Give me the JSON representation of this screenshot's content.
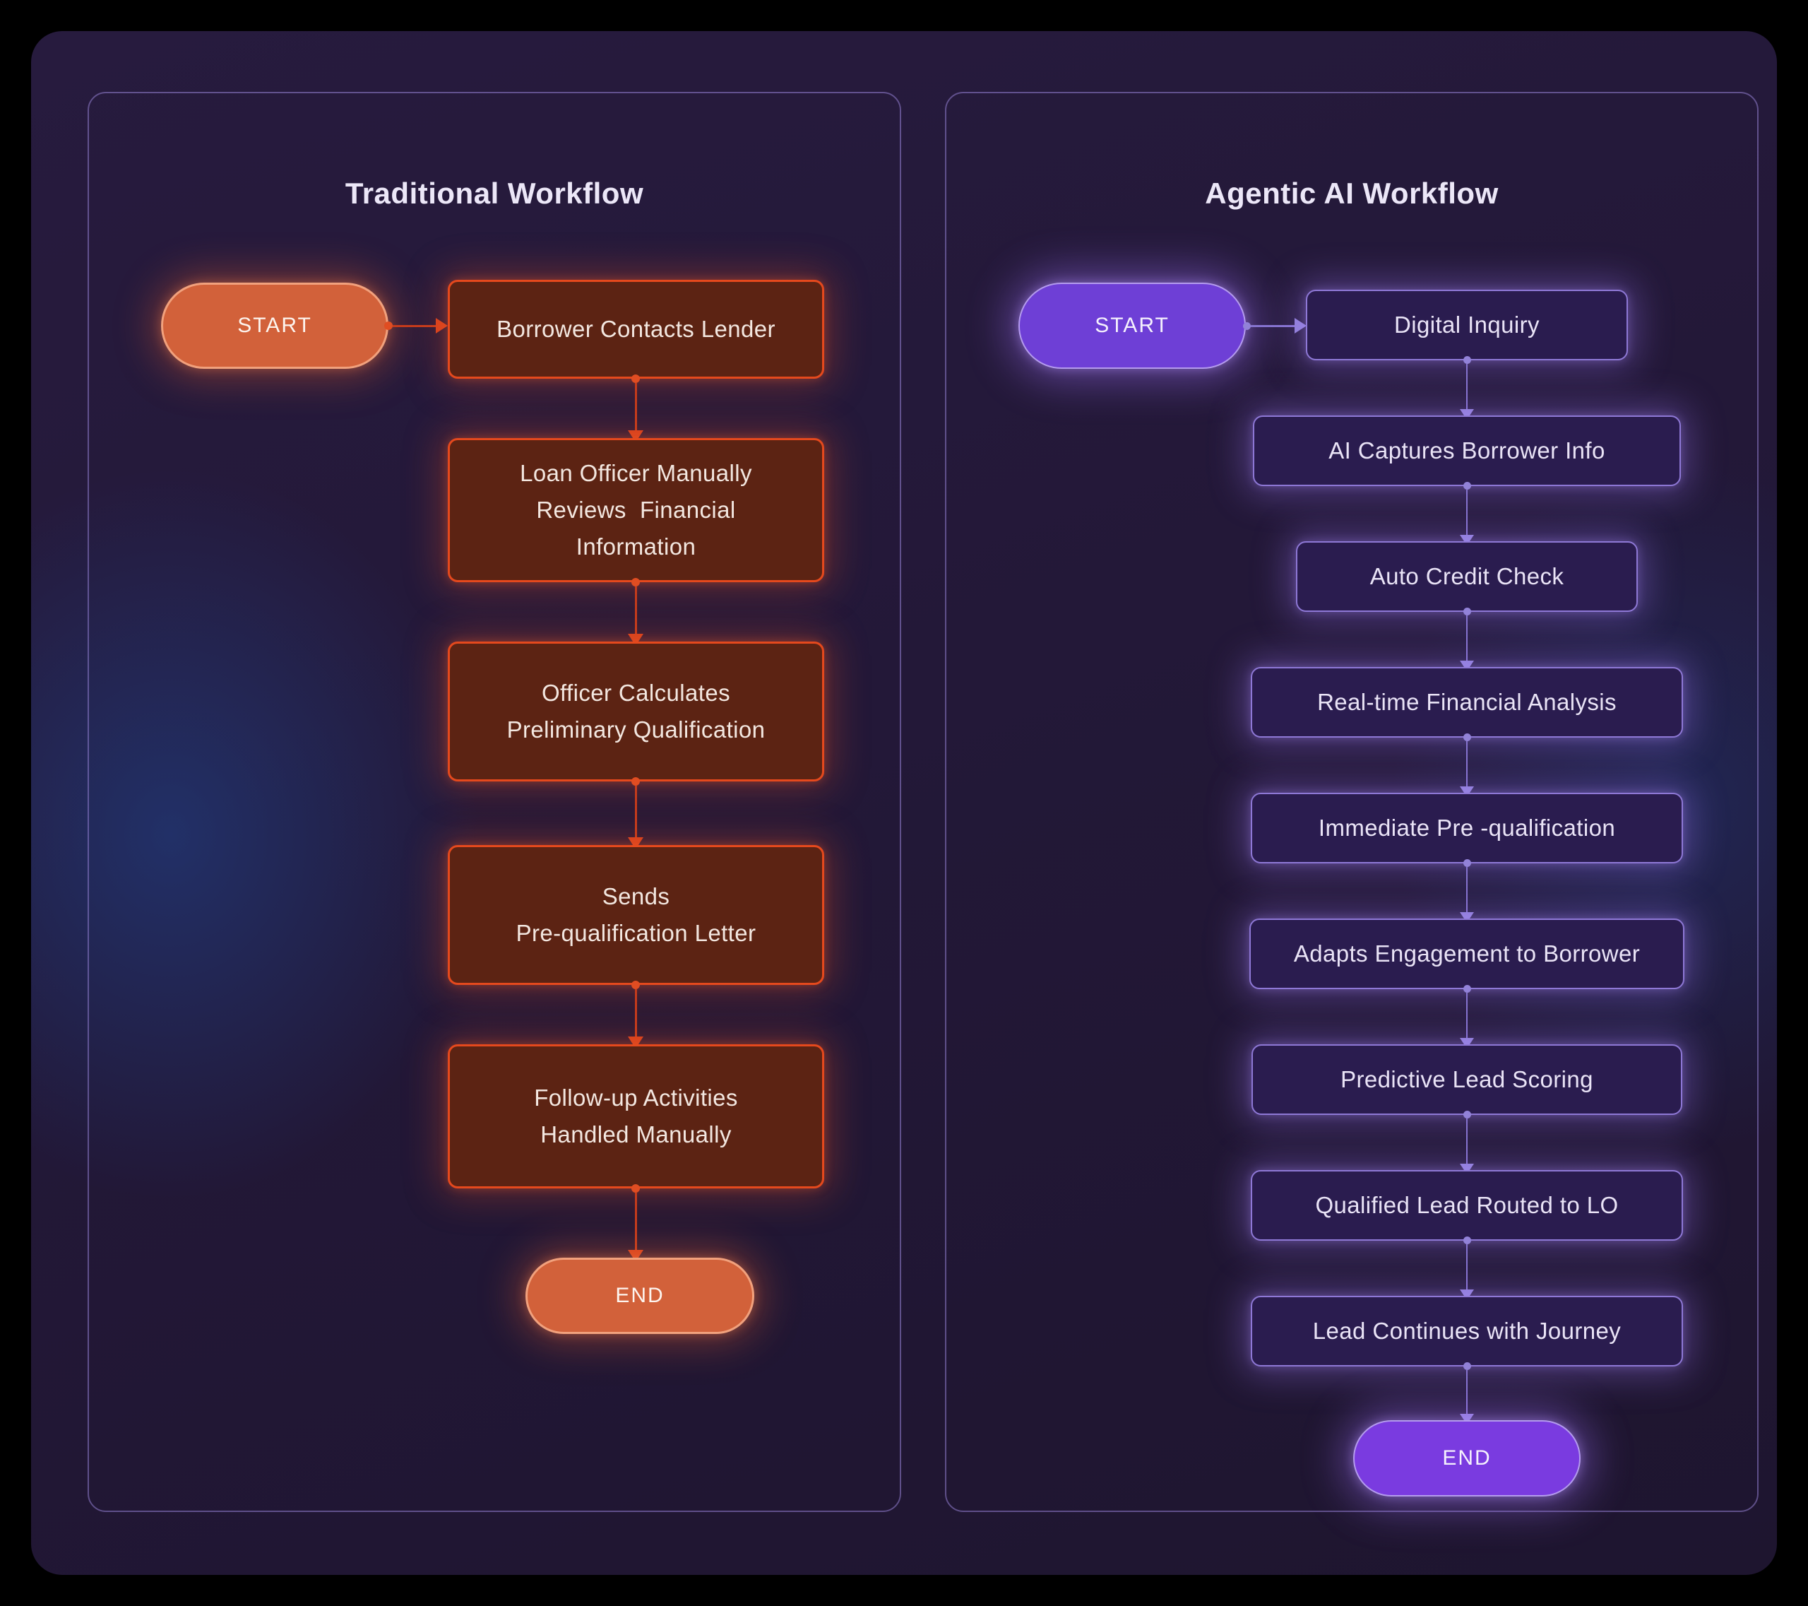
{
  "theme": {
    "page_bg": "#000000",
    "canvas_bg": "#231838",
    "panel_border": "#9480d2",
    "title_color": "#ece7f8",
    "glow_blue": "#204896"
  },
  "left_panel": {
    "title": "Traditional Workflow",
    "start_label": "START",
    "end_label": "END",
    "accent": "#e5491d",
    "node_fill": "#5c2313",
    "pill_fill": "#d2613a",
    "steps": [
      "Borrower Contacts Lender",
      "Loan Officer Manually\nReviews  Financial\nInformation",
      "Officer Calculates\nPreliminary Qualification",
      "Sends\nPre-qualification Letter",
      "Follow-up Activities\nHandled Manually"
    ]
  },
  "right_panel": {
    "title": "Agentic AI Workflow",
    "start_label": "START",
    "end_label": "END",
    "accent": "#8e78d6",
    "node_fill": "#2a1c4f",
    "pill_fill": "#6e3fd6",
    "end_pill_fill": "#7a3be0",
    "steps": [
      "Digital Inquiry",
      "AI Captures Borrower Info",
      "Auto Credit Check",
      "Real-time Financial Analysis",
      "Immediate Pre -qualification",
      "Adapts Engagement to Borrower",
      "Predictive Lead Scoring",
      "Qualified Lead Routed to LO",
      "Lead Continues with Journey"
    ]
  }
}
